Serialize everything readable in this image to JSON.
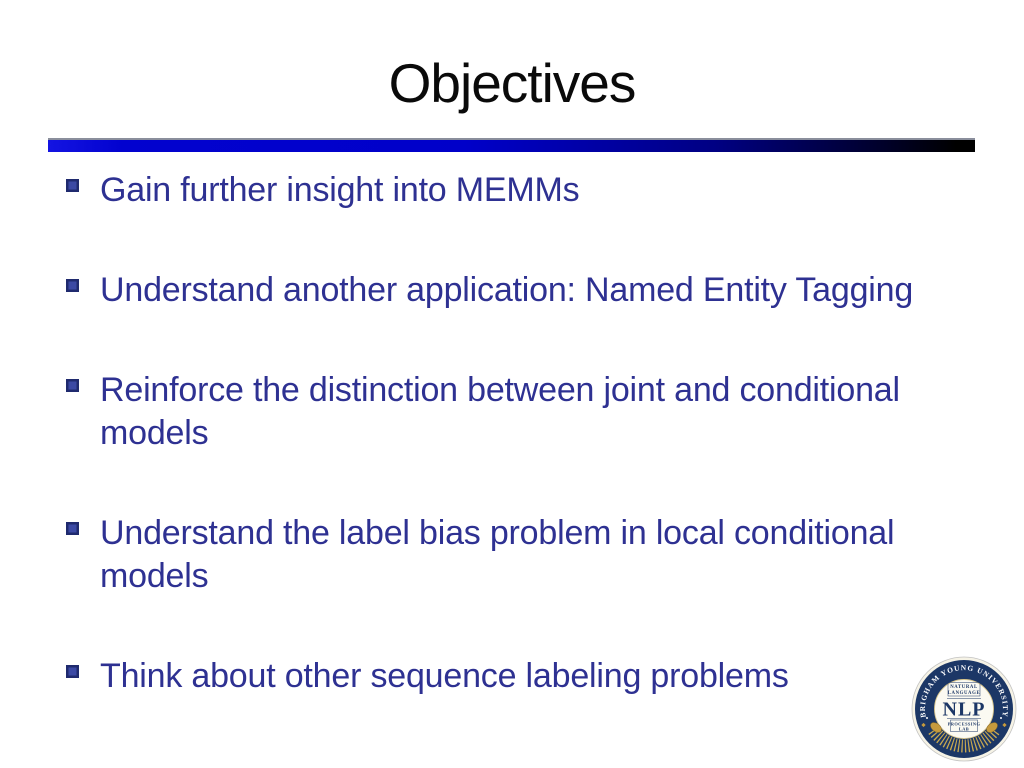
{
  "slide": {
    "title": "Objectives",
    "colors": {
      "title": "#0a0a0a",
      "bullet_text": "#2E3192",
      "bullet_marker": "#2c3a97",
      "divider_left": "#1414e2",
      "divider_right": "#000000",
      "seal_navy": "#1c3766",
      "seal_gold": "#c69a3d"
    }
  },
  "content": {
    "bullets": [
      {
        "text": "Gain further insight into MEMMs"
      },
      {
        "text": "Understand another application: Named Entity Tagging"
      },
      {
        "text": "Reinforce the distinction between joint and conditional\nmodels"
      },
      {
        "text": "Understand the label bias problem in local conditional\nmodels"
      },
      {
        "text": "Think about other sequence labeling problems"
      }
    ]
  },
  "logo": {
    "university": "BRIGHAM YOUNG UNIVERSITY",
    "field_line1": "NATURAL",
    "field_line2": "LANGUAGE",
    "acronym": "NLP",
    "lab_line1": "PROCESSING",
    "lab_line2": "LAB"
  }
}
